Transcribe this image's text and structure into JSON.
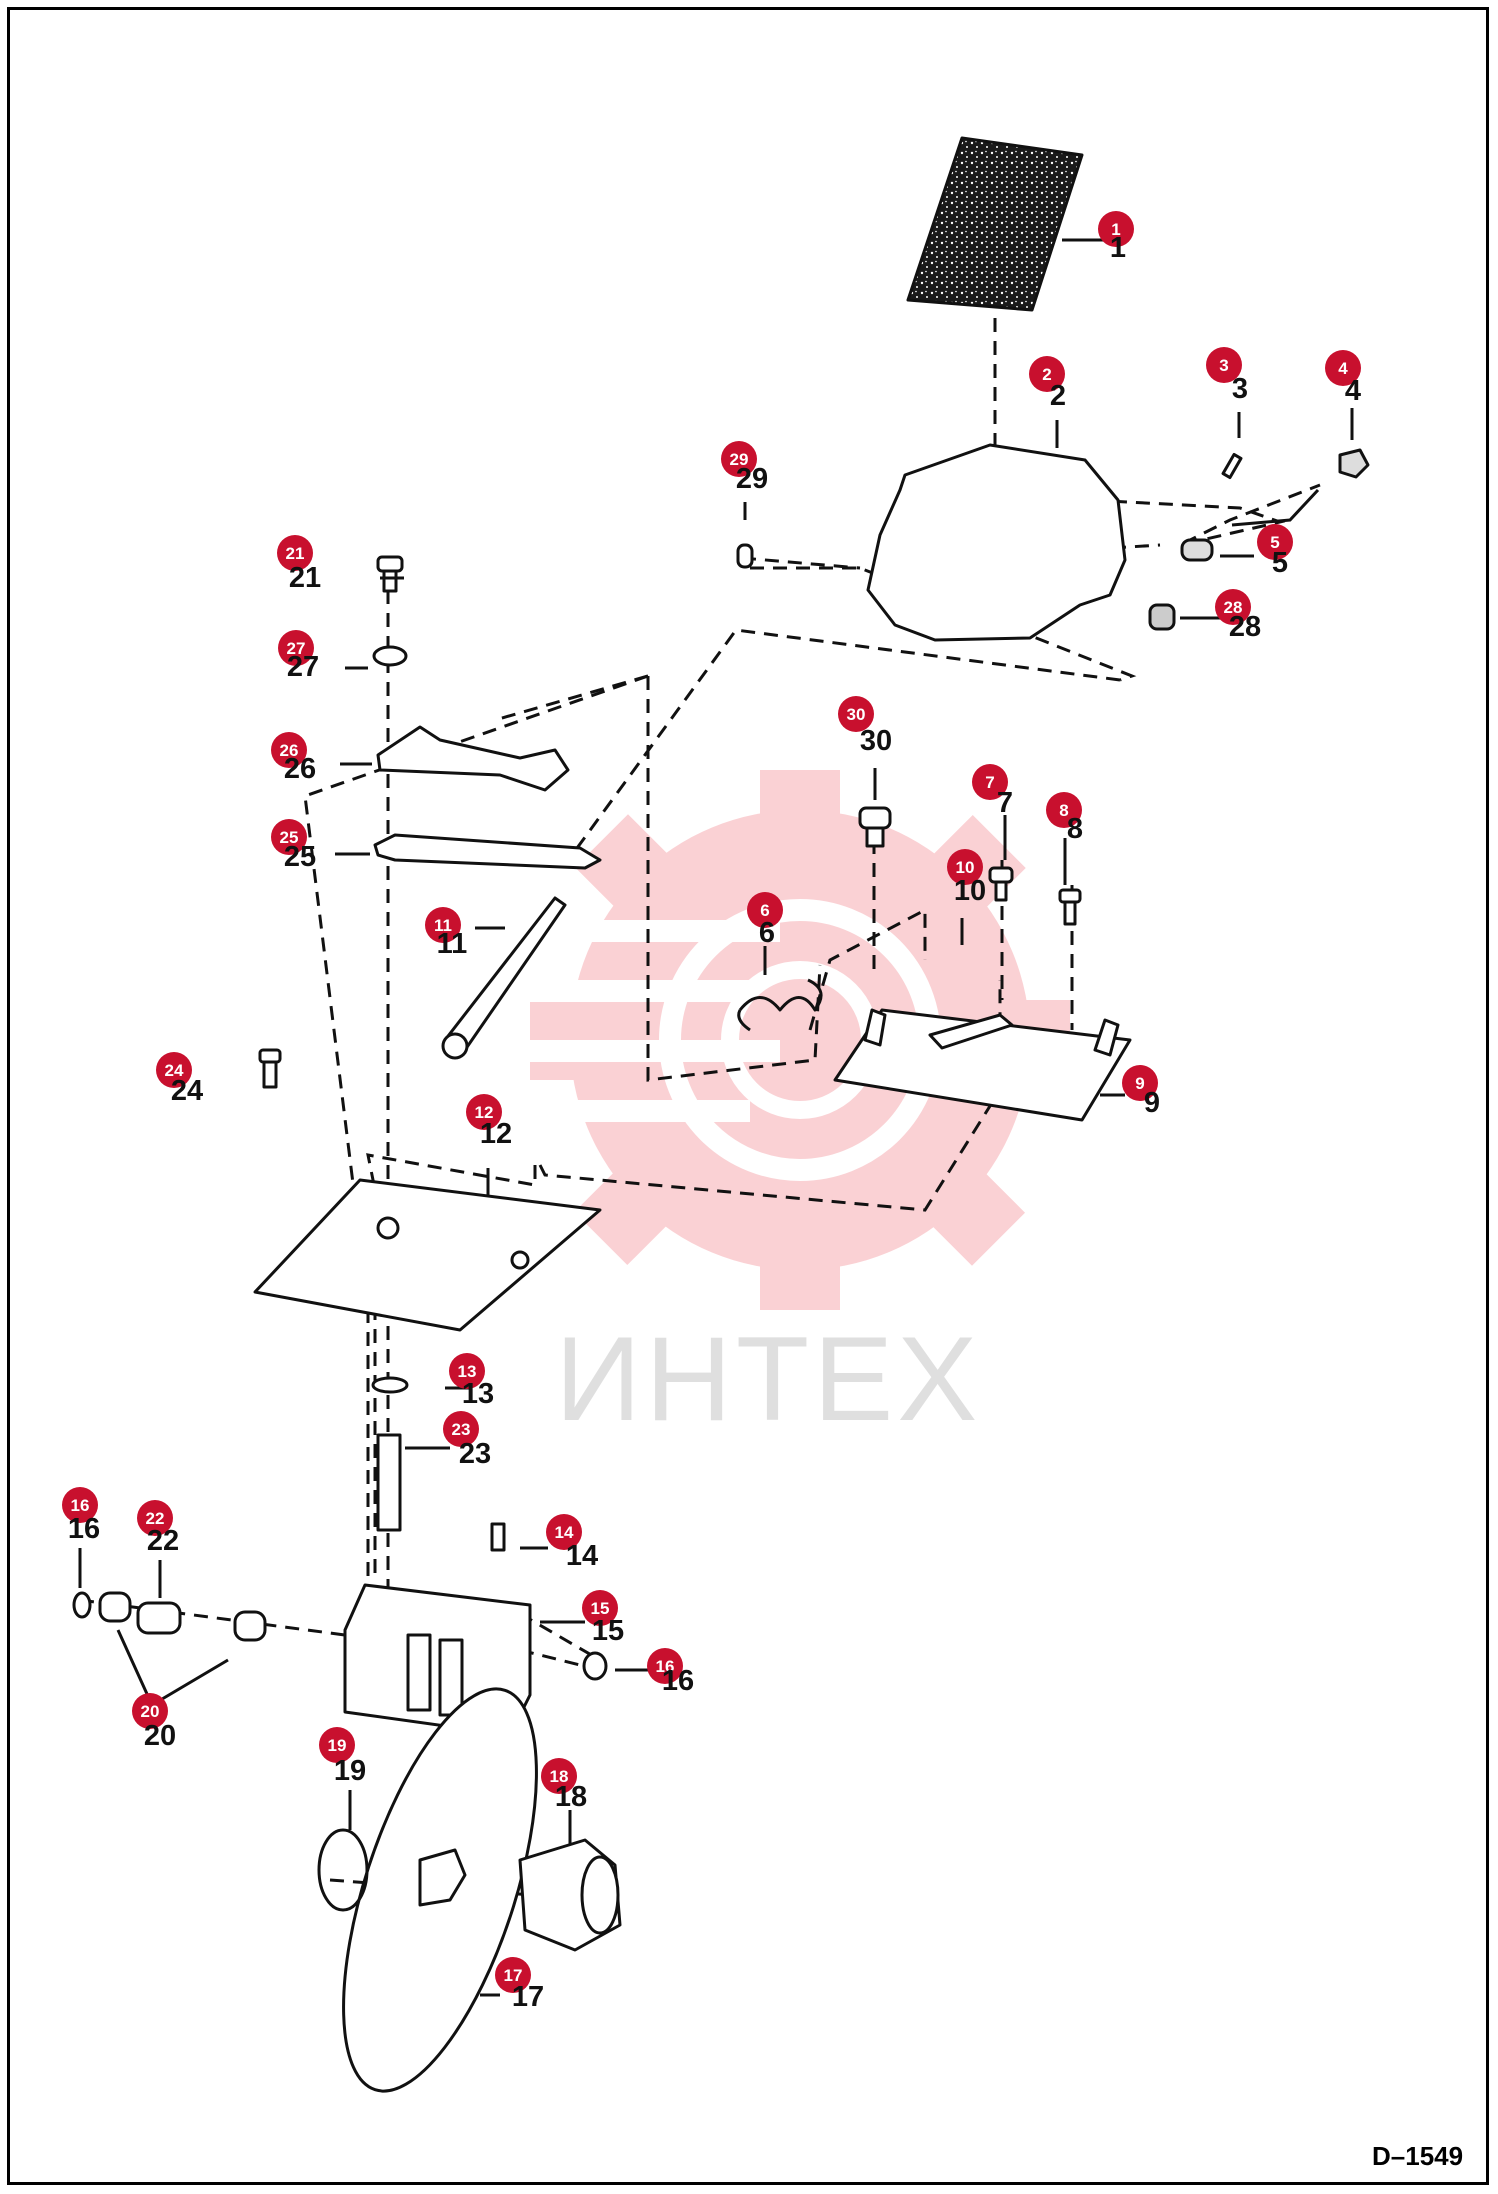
{
  "drawing_id": "D–1549",
  "watermark": {
    "text": "ИНТЕХ",
    "color": "#e8202e"
  },
  "colors": {
    "callout": "#c8102e",
    "line": "#111111"
  },
  "parts": [
    {
      "id": "1",
      "label": "1"
    },
    {
      "id": "2",
      "label": "2"
    },
    {
      "id": "3",
      "label": "3"
    },
    {
      "id": "4",
      "label": "4"
    },
    {
      "id": "5",
      "label": "5"
    },
    {
      "id": "6",
      "label": "6"
    },
    {
      "id": "7",
      "label": "7"
    },
    {
      "id": "8",
      "label": "8"
    },
    {
      "id": "9",
      "label": "9"
    },
    {
      "id": "10",
      "label": "10"
    },
    {
      "id": "11",
      "label": "11"
    },
    {
      "id": "12",
      "label": "12"
    },
    {
      "id": "13",
      "label": "13"
    },
    {
      "id": "14",
      "label": "14"
    },
    {
      "id": "15",
      "label": "15"
    },
    {
      "id": "16",
      "label": "16"
    },
    {
      "id": "16b",
      "label": "16"
    },
    {
      "id": "17",
      "label": "17"
    },
    {
      "id": "18",
      "label": "18"
    },
    {
      "id": "19",
      "label": "19"
    },
    {
      "id": "20",
      "label": "20"
    },
    {
      "id": "21",
      "label": "21"
    },
    {
      "id": "22",
      "label": "22"
    },
    {
      "id": "23",
      "label": "23"
    },
    {
      "id": "24",
      "label": "24"
    },
    {
      "id": "25",
      "label": "25"
    },
    {
      "id": "26",
      "label": "26"
    },
    {
      "id": "27",
      "label": "27"
    },
    {
      "id": "28",
      "label": "28"
    },
    {
      "id": "29",
      "label": "29"
    },
    {
      "id": "30",
      "label": "30"
    }
  ]
}
